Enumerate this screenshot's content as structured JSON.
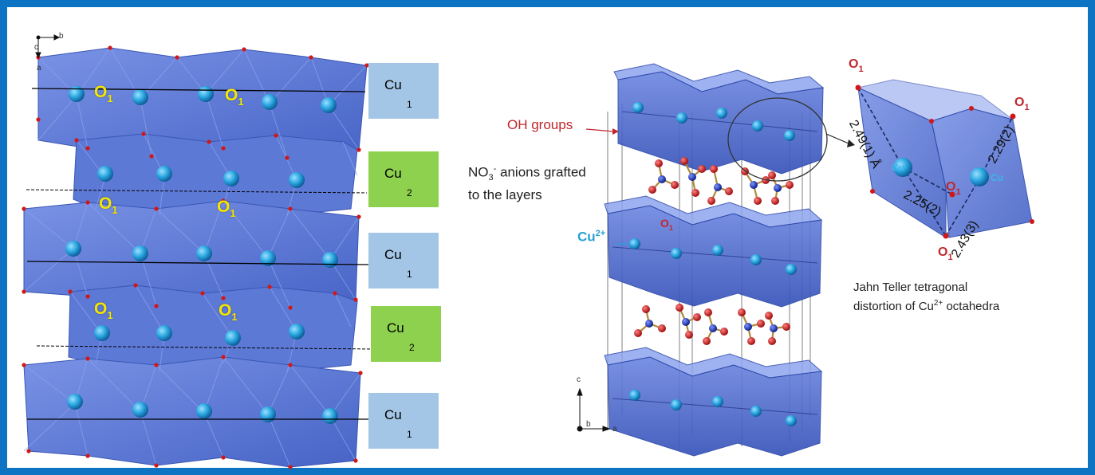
{
  "left_panel": {
    "axes": {
      "b": "b",
      "c": "c",
      "a": "a"
    },
    "layer_labels": [
      {
        "main": "Cu",
        "sub": "1",
        "color": "#a4c6e6"
      },
      {
        "main": "Cu",
        "sub": "2",
        "color": "#8ed14f"
      },
      {
        "main": "Cu",
        "sub": "1",
        "color": "#a4c6e6"
      },
      {
        "main": "Cu",
        "sub": "2",
        "color": "#8ed14f"
      },
      {
        "main": "Cu",
        "sub": "1",
        "color": "#a4c6e6"
      }
    ],
    "oxygen_labels": [
      {
        "main": "O",
        "sub": "1"
      },
      {
        "main": "O",
        "sub": "1"
      },
      {
        "main": "O",
        "sub": "1"
      },
      {
        "main": "O",
        "sub": "1"
      },
      {
        "main": "O",
        "sub": "1"
      },
      {
        "main": "O",
        "sub": "1"
      }
    ]
  },
  "middle_panel": {
    "oh_groups": "OH groups",
    "no3": {
      "pre": "NO",
      "sub": "3",
      "sup": "-",
      "rest": " anions grafted",
      "line2": "to the layers"
    },
    "cu2": {
      "main": "Cu",
      "sup": "2+"
    },
    "o_small": {
      "main": "O",
      "sub": "1"
    },
    "axes": {
      "c": "c",
      "b": "b",
      "a": "a"
    }
  },
  "right_panel": {
    "o_labels": [
      {
        "main": "O",
        "sub": "1"
      },
      {
        "main": "O",
        "sub": "1"
      },
      {
        "main": "O",
        "sub": "1"
      },
      {
        "main": "O",
        "sub": "1"
      }
    ],
    "cu_atoms": [
      "Cu",
      "Cu"
    ],
    "bond_lengths": [
      "2.49(1) Å",
      "2.25(2)",
      "2.43(3)",
      "2.29(2)"
    ],
    "caption": {
      "line1": "Jahn Teller tetragonal",
      "line2_pre": "distortion of Cu",
      "line2_sup": "2+",
      "line2_post": " octahedra"
    }
  },
  "colors": {
    "frame": "#0d74c4",
    "polyhedra": "#5b78d4",
    "cu_atom": "#2aa6e0",
    "oxygen": "#d01818",
    "nitrogen": "#1a3cc8",
    "label_yellow": "#f4e600"
  }
}
